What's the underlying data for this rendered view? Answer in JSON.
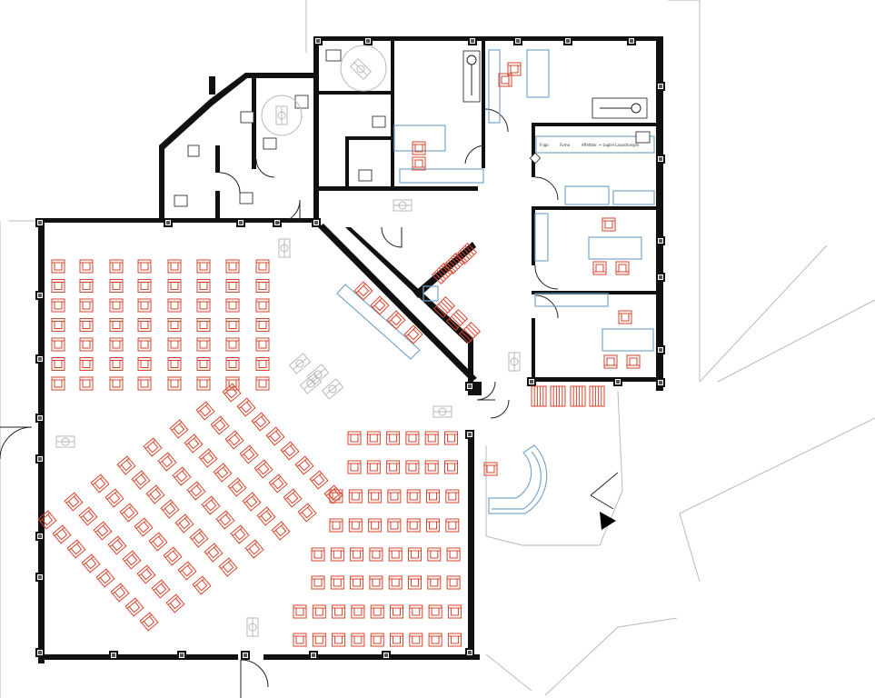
{
  "plan": {
    "kitchen_labels": [
      "Frigo",
      "Forno",
      "Affettatr. + taglier",
      "Lavastoviglie"
    ],
    "colors": {
      "wall": "#111111",
      "seating": "#d6452e",
      "furniture": "#7aa6c8",
      "fixtures": "#333333",
      "outline": "#b9b9b9"
    },
    "icons": [
      "entrance-arrow-icon",
      "wheelchair-icon",
      "bed-icon",
      "toilet-icon",
      "sink-icon",
      "door-swing-icon"
    ]
  }
}
